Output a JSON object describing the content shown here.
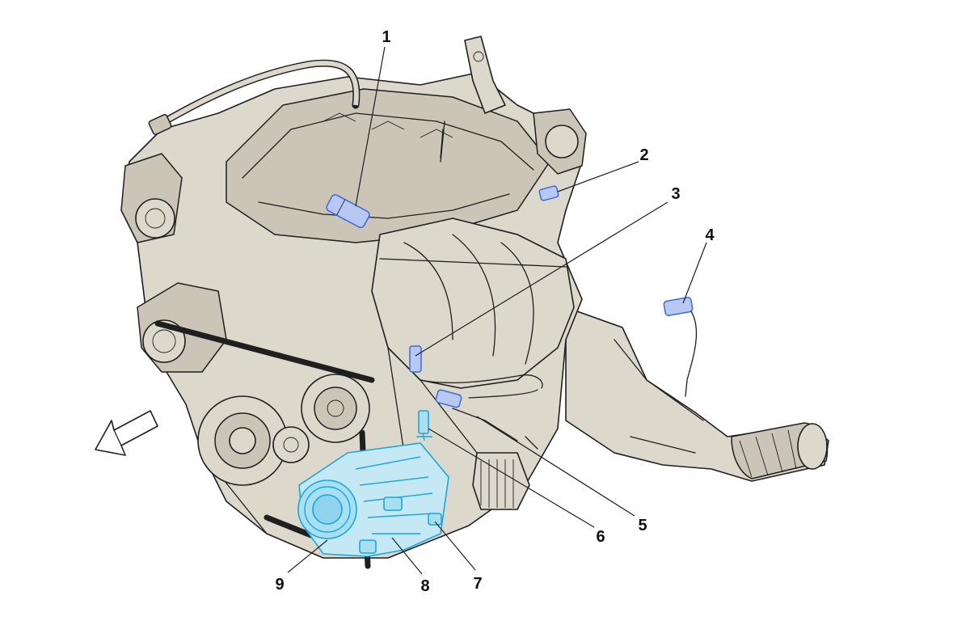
{
  "callouts": [
    {
      "id": "1",
      "label": "1"
    },
    {
      "id": "2",
      "label": "2"
    },
    {
      "id": "3",
      "label": "3"
    },
    {
      "id": "4",
      "label": "4"
    },
    {
      "id": "5",
      "label": "5"
    },
    {
      "id": "6",
      "label": "6"
    },
    {
      "id": "7",
      "label": "7"
    },
    {
      "id": "8",
      "label": "8"
    },
    {
      "id": "9",
      "label": "9"
    }
  ],
  "colors": {
    "engine_fill": "#ddd8cc",
    "highlight_blue": "#3c6bd8",
    "highlight_cyan": "#1aa6e0",
    "line": "#1f1f1f"
  },
  "icons": {
    "direction_arrow": "arrow-front-direction-icon"
  }
}
